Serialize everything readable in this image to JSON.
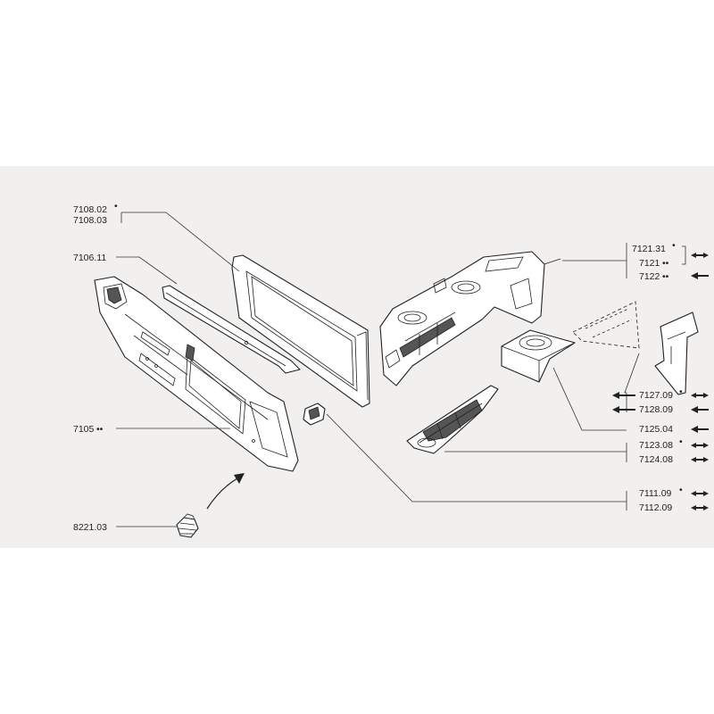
{
  "labels": {
    "l7108_02": "7108.02",
    "l7108_03": "7108.03",
    "l7106_11": "7106.11",
    "l7105": "7105",
    "l8221_03": "8221.03",
    "l7121_31": "7121.31",
    "l7121": "7121",
    "l7122": "7122",
    "l7127_09": "7127.09",
    "l7128_09": "7128.09",
    "l7125_04": "7125.04",
    "l7123_08": "7123.08",
    "l7124_08": "7124.08",
    "l7111_09": "7111.09",
    "l7112_09": "7112.09"
  },
  "marks": {
    "single": "•",
    "double": "••"
  },
  "icons": {
    "left_right": "left-right-arrow-icon",
    "left": "left-arrow-icon"
  },
  "colors": {
    "background": "#ffffff",
    "sheet": "#f1f0ee",
    "ink": "#222222"
  }
}
